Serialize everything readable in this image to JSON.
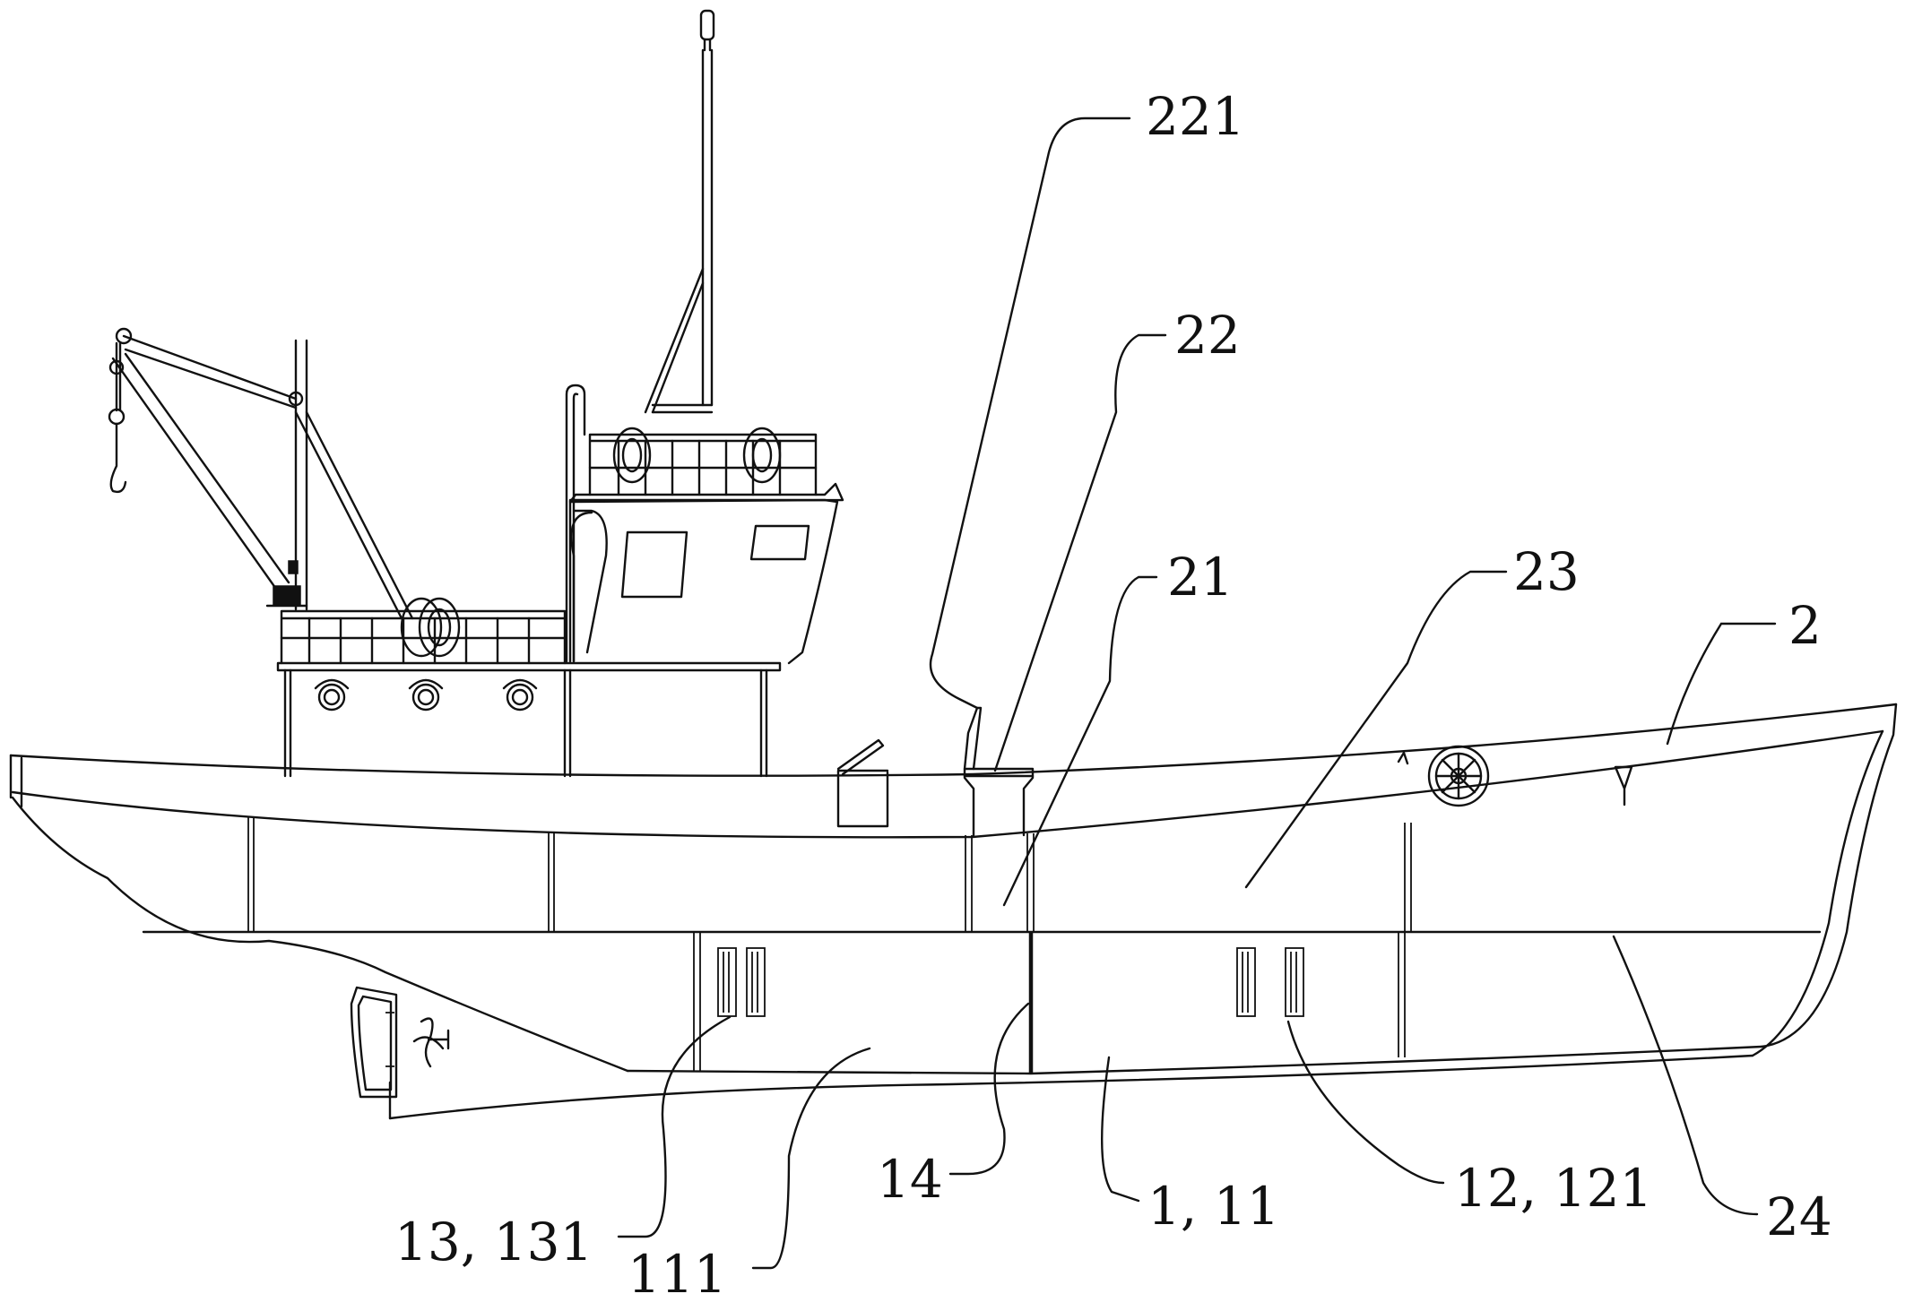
{
  "labels": {
    "l221": "221",
    "l22": "22",
    "l21": "21",
    "l23": "23",
    "l2": "2",
    "l24": "24",
    "l12_121": "12, 121",
    "l1_11": "1, 11",
    "l14": "14",
    "l111": "111",
    "l13_131": "13, 131"
  }
}
